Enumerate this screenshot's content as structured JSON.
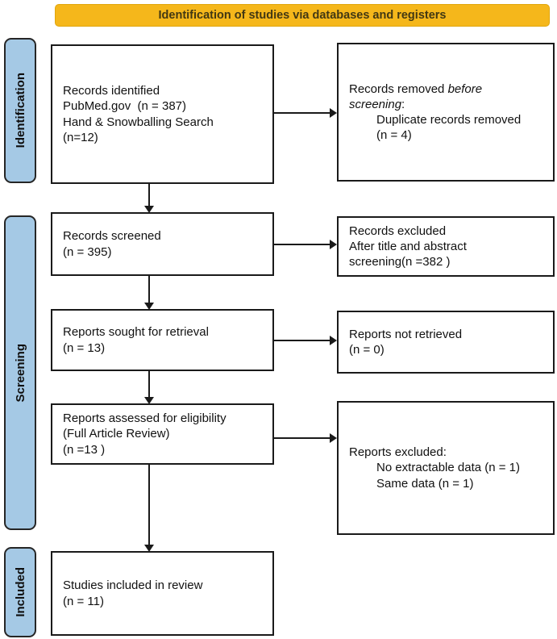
{
  "banner": {
    "label": "Identification of studies via databases and registers"
  },
  "colors": {
    "banner_bg": "#F5B71B",
    "stage_bg": "#A5C9E5",
    "box_border": "#1a1a1a",
    "arrow": "#1a1a1a"
  },
  "stages": [
    {
      "id": "identification",
      "label": "Identification"
    },
    {
      "id": "screening",
      "label": "Screening"
    },
    {
      "id": "included",
      "label": "Included"
    }
  ],
  "boxes": {
    "records_identified": {
      "lines": [
        {
          "segments": [
            {
              "text": "Records identified"
            }
          ]
        },
        {
          "segments": [
            {
              "text": "PubMed.gov  (n = 387)"
            }
          ]
        },
        {
          "segments": [
            {
              "text": "Hand & Snowballing Search"
            }
          ]
        },
        {
          "segments": [
            {
              "text": "(n=12)"
            }
          ]
        }
      ]
    },
    "records_removed": {
      "lines": [
        {
          "segments": [
            {
              "text": "Records removed "
            },
            {
              "text": "before",
              "italic": true
            }
          ]
        },
        {
          "segments": [
            {
              "text": "screening",
              "italic": true
            },
            {
              "text": ":"
            }
          ]
        },
        {
          "indent": true,
          "segments": [
            {
              "text": "Duplicate records removed"
            }
          ]
        },
        {
          "indent": true,
          "segments": [
            {
              "text": "(n = 4)"
            }
          ]
        }
      ]
    },
    "records_screened": {
      "lines": [
        {
          "segments": [
            {
              "text": "Records screened"
            }
          ]
        },
        {
          "segments": [
            {
              "text": "(n = 395)"
            }
          ]
        }
      ]
    },
    "records_excluded": {
      "lines": [
        {
          "segments": [
            {
              "text": "Records excluded"
            }
          ]
        },
        {
          "segments": [
            {
              "text": "After title and abstract"
            }
          ]
        },
        {
          "segments": [
            {
              "text": "screening(n =382 )"
            }
          ]
        }
      ]
    },
    "reports_sought": {
      "lines": [
        {
          "segments": [
            {
              "text": "Reports sought for retrieval"
            }
          ]
        },
        {
          "segments": [
            {
              "text": "(n = 13)"
            }
          ]
        }
      ]
    },
    "reports_not_retrieved": {
      "lines": [
        {
          "segments": [
            {
              "text": "Reports not retrieved"
            }
          ]
        },
        {
          "segments": [
            {
              "text": "(n = 0)"
            }
          ]
        }
      ]
    },
    "reports_assessed": {
      "lines": [
        {
          "segments": [
            {
              "text": "Reports assessed for eligibility"
            }
          ]
        },
        {
          "segments": [
            {
              "text": "(Full Article Review)"
            }
          ]
        },
        {
          "segments": [
            {
              "text": "(n =13 )"
            }
          ]
        }
      ]
    },
    "reports_excluded": {
      "lines": [
        {
          "segments": [
            {
              "text": "Reports excluded:"
            }
          ]
        },
        {
          "indent": true,
          "segments": [
            {
              "text": "No extractable data (n = 1)"
            }
          ]
        },
        {
          "indent": true,
          "segments": [
            {
              "text": "Same data (n = 1)"
            }
          ]
        }
      ]
    },
    "studies_included": {
      "lines": [
        {
          "segments": [
            {
              "text": "Studies included in review"
            }
          ]
        },
        {
          "segments": [
            {
              "text": "(n = 11)"
            }
          ]
        }
      ]
    }
  }
}
